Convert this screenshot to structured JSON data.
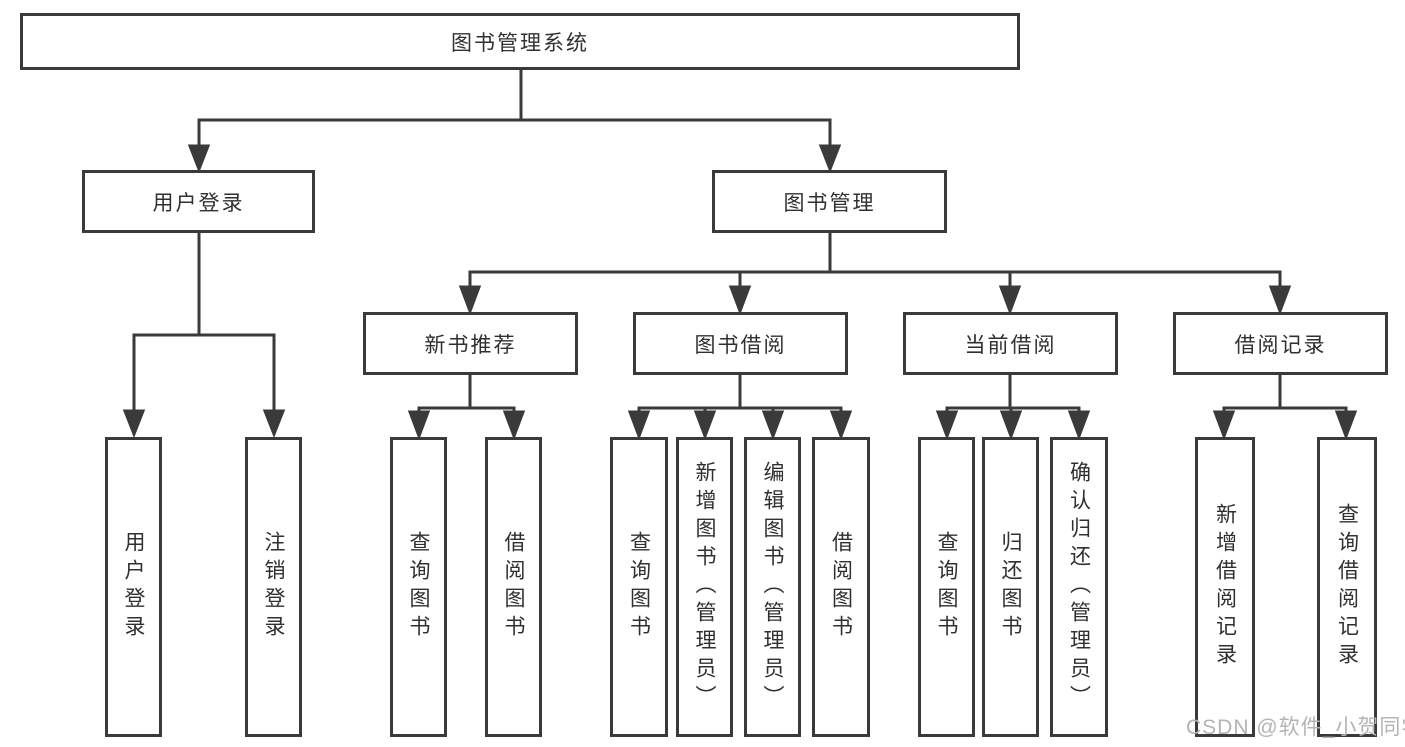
{
  "diagram": {
    "type": "tree",
    "root": {
      "label": "图书管理系统"
    },
    "level2": {
      "user_login": {
        "label": "用户登录"
      },
      "book_management": {
        "label": "图书管理"
      }
    },
    "level3": {
      "new_book_recommendation": {
        "label": "新书推荐"
      },
      "book_borrowing": {
        "label": "图书借阅"
      },
      "current_borrowing": {
        "label": "当前借阅"
      },
      "borrowing_records": {
        "label": "借阅记录"
      }
    },
    "leaves": {
      "user_login": [
        "用户登录",
        "注销登录"
      ],
      "new_book_recommendation": [
        "查询图书",
        "借阅图书"
      ],
      "book_borrowing": [
        "查询图书",
        "新增图书（管理员）",
        "编辑图书（管理员）",
        "借阅图书"
      ],
      "current_borrowing": [
        "查询图书",
        "归还图书",
        "确认归还（管理员）"
      ],
      "borrowing_records": [
        "新增借阅记录",
        "查询借阅记录"
      ]
    }
  },
  "watermark": {
    "text": "CSDN @软件_小贺同学",
    "color": "#b4b4b4"
  },
  "colors": {
    "line": "#3a3a3a",
    "box_border": "#3a3a3a",
    "text": "#303030",
    "background": "#ffffff"
  }
}
